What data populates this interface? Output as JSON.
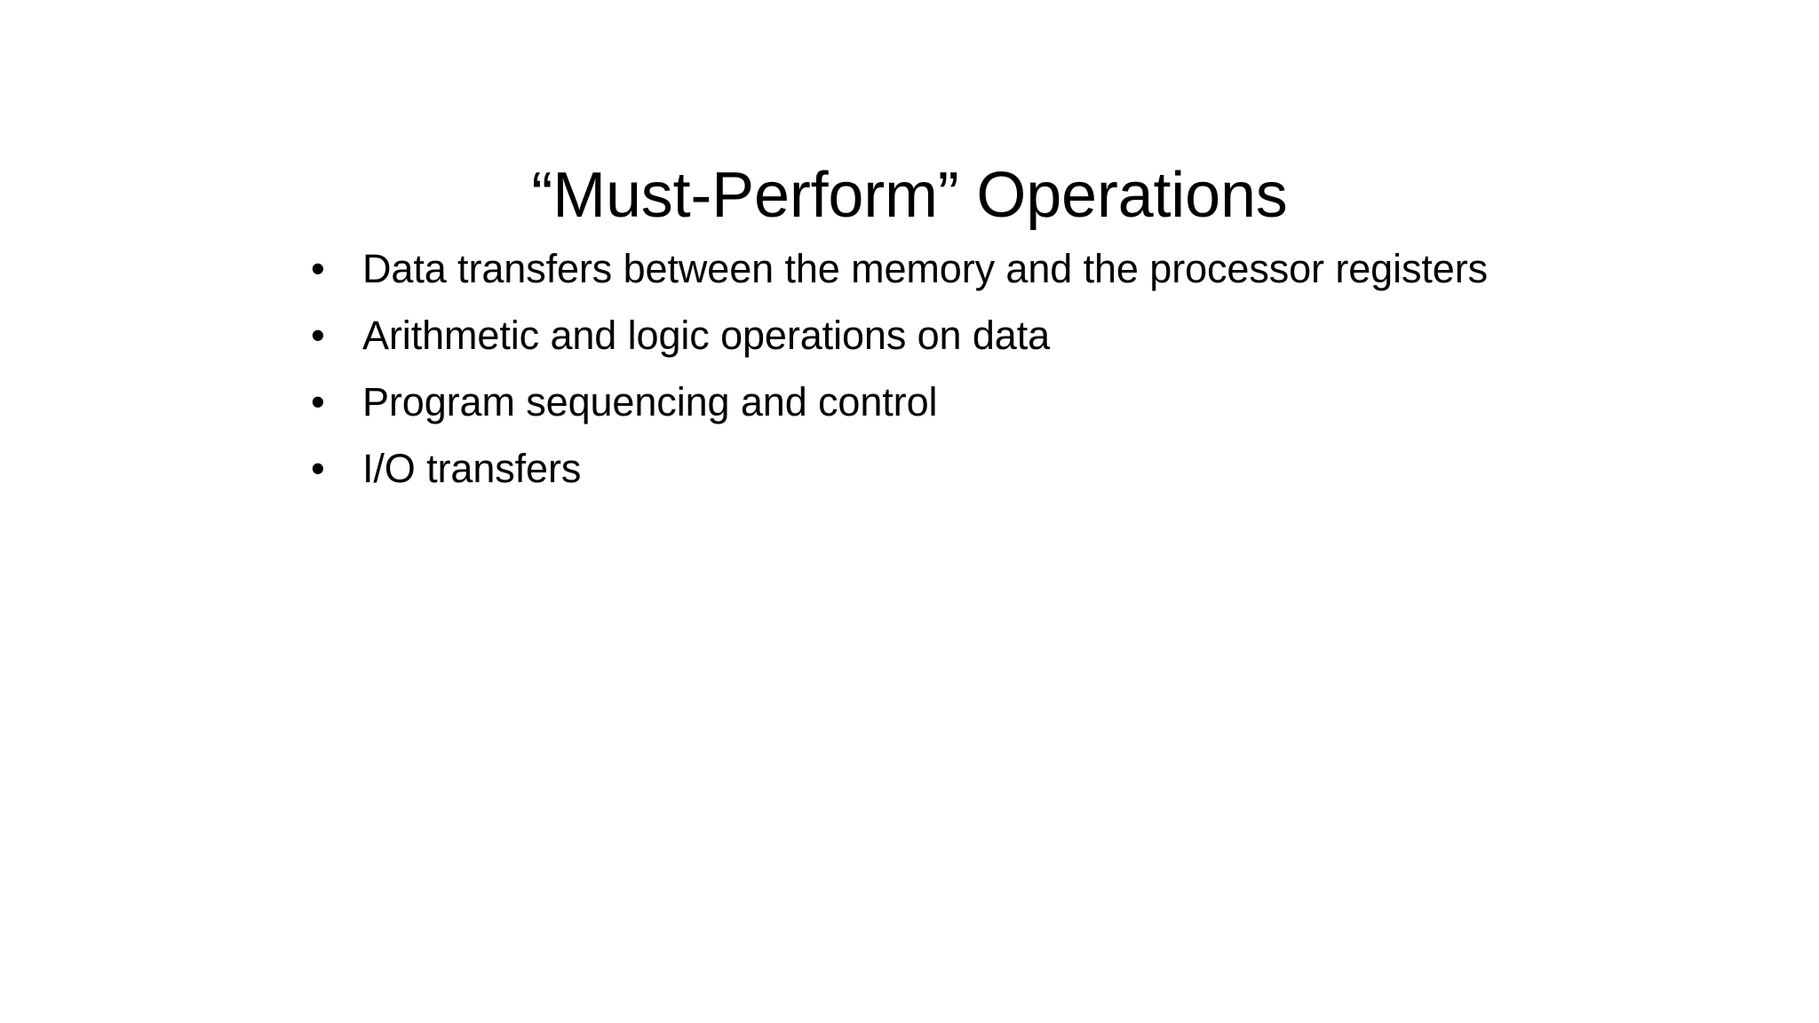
{
  "slide": {
    "background_color": "#ffffff",
    "text_color": "#000000",
    "title": "“Must-Perform” Operations",
    "bullet_marker": "•",
    "bullets": [
      {
        "text": "Data transfers between the memory and the processor registers"
      },
      {
        "text": "Arithmetic and logic operations on data"
      },
      {
        "text": "Program sequencing and control"
      },
      {
        "text": "I/O transfers"
      }
    ]
  }
}
